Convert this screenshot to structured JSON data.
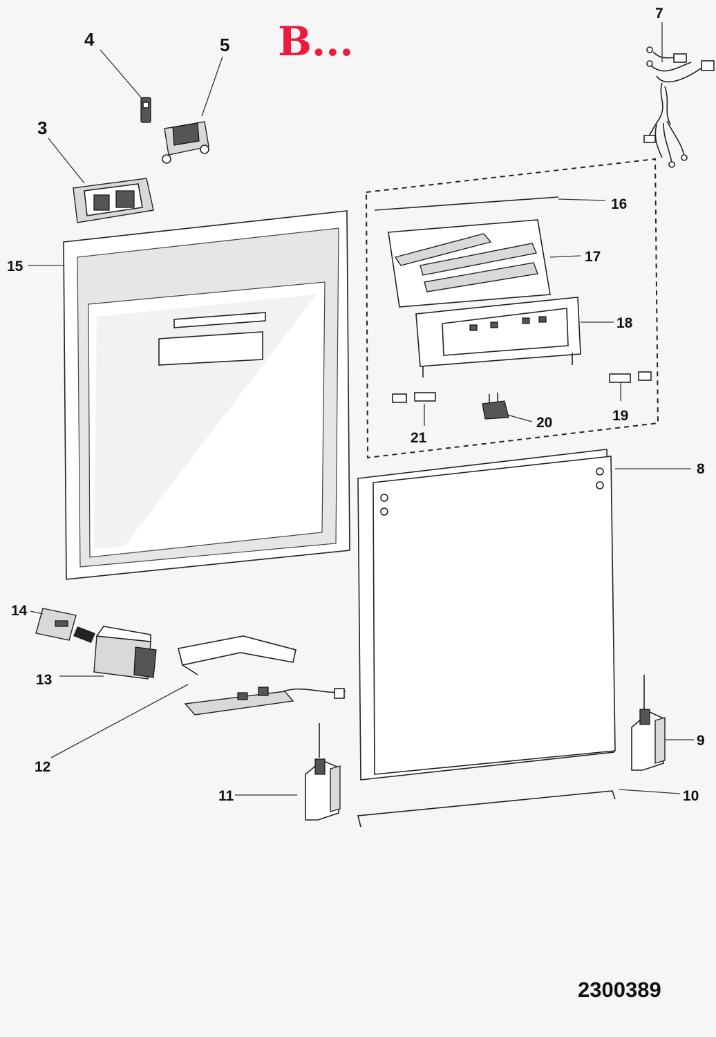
{
  "section_code": "B...",
  "drawing_number": "2300389",
  "callouts": {
    "c3": "3",
    "c4": "4",
    "c5": "5",
    "c7": "7",
    "c8": "8",
    "c9": "9",
    "c10": "10",
    "c11": "11",
    "c12": "12",
    "c13": "13",
    "c14": "14",
    "c15": "15",
    "c16": "16",
    "c17": "17",
    "c18": "18",
    "c19": "19",
    "c20": "20",
    "c21": "21"
  }
}
